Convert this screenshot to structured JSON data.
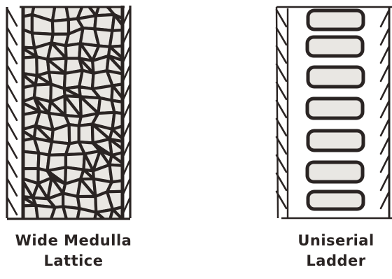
{
  "colors": {
    "ink": "#2a2423",
    "cell_fill": "#e9e7e3",
    "paper": "#ffffff"
  },
  "panels": [
    {
      "id": "wide-medulla-lattice",
      "caption_line1": "Wide Medulla",
      "caption_line2": "Lattice"
    },
    {
      "id": "uniserial-ladder",
      "caption_line1": "Uniserial",
      "caption_line2": "Ladder"
    }
  ]
}
